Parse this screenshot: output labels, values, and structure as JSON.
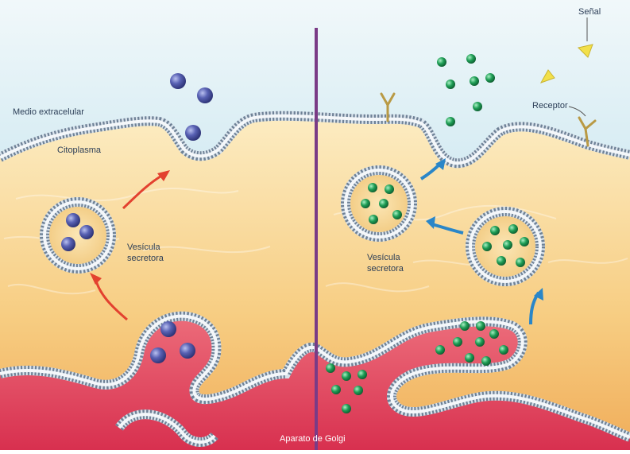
{
  "labels": {
    "extracellular": "Medio extracelular",
    "cytoplasm": "Citoplasma",
    "vesicle_left_line1": "Vesícula",
    "vesicle_left_line2": "secretora",
    "vesicle_right_line1": "Vesícula",
    "vesicle_right_line2": "secretora",
    "golgi": "Aparato de Golgi",
    "signal": "Señal",
    "receptor": "Receptor"
  },
  "colors": {
    "extracellular_top": "#e8f4f8",
    "extracellular_bottom": "#a8d8e8",
    "cytoplasm_top": "#fbe8b8",
    "cytoplasm_bottom": "#f3b660",
    "golgi_lumen": "#e2405f",
    "membrane_head": "#6e8196",
    "divider": "#7a3b86",
    "left_arrow": "#e3412f",
    "right_arrow": "#2a86c8",
    "left_molecule": "#4b55a6",
    "right_molecule": "#1e9b52",
    "signal": "#f2e04a"
  },
  "panels": [
    "constitutive-secretion",
    "regulated-secretion"
  ]
}
